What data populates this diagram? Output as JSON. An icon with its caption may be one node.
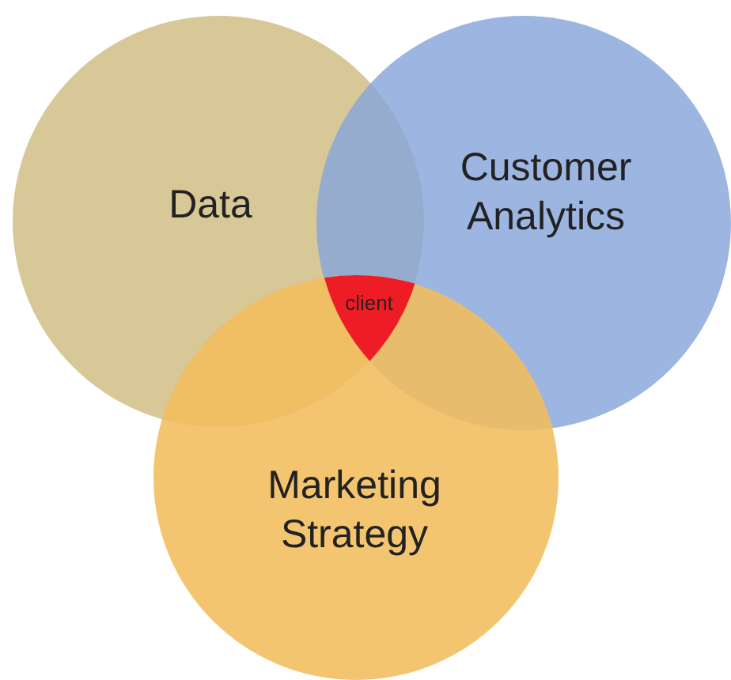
{
  "diagram": {
    "nodes": [
      {
        "text": [
          "Data"
        ]
      },
      {
        "text": [
          "Customer Analytics"
        ]
      },
      {
        "text": [
          "Marketing Strategy"
        ]
      },
      {
        "text": [
          "client"
        ]
      }
    ]
  }
}
